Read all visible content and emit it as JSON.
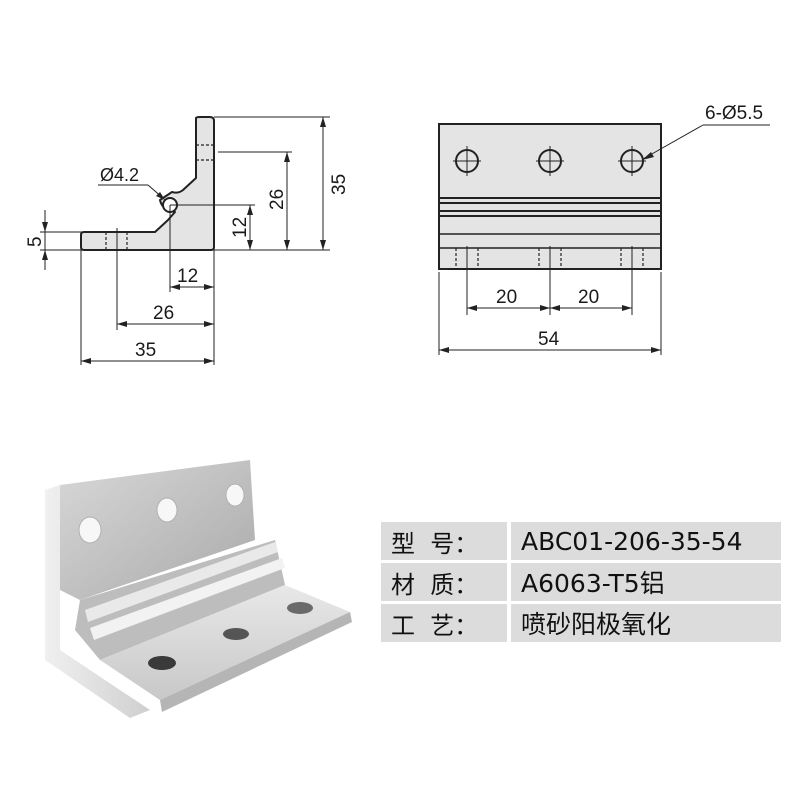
{
  "side_view": {
    "hole_label": "Ø4.2",
    "dim_height_total": "35",
    "dim_height_hole_row": "26",
    "dim_height_slot": "12",
    "dim_thickness": "5",
    "dim_width_slot": "12",
    "dim_width_hole_row": "26",
    "dim_width_total": "35"
  },
  "front_view": {
    "hole_callout": "6-Ø5.5",
    "dim_pitch_left": "20",
    "dim_pitch_right": "20",
    "dim_length_total": "54"
  },
  "product_render": {
    "description": "Aluminum angle bracket 3D render"
  },
  "specs": [
    {
      "label": "型  号：",
      "value": "ABC01-206-35-54"
    },
    {
      "label": "材  质：",
      "value": "A6063-T5铝"
    },
    {
      "label": "工  艺：",
      "value": "喷砂阳极氧化"
    }
  ],
  "colors": {
    "part_fill": "#e4e4e4",
    "line": "#222222",
    "table_bg": "#dcdcdc"
  }
}
